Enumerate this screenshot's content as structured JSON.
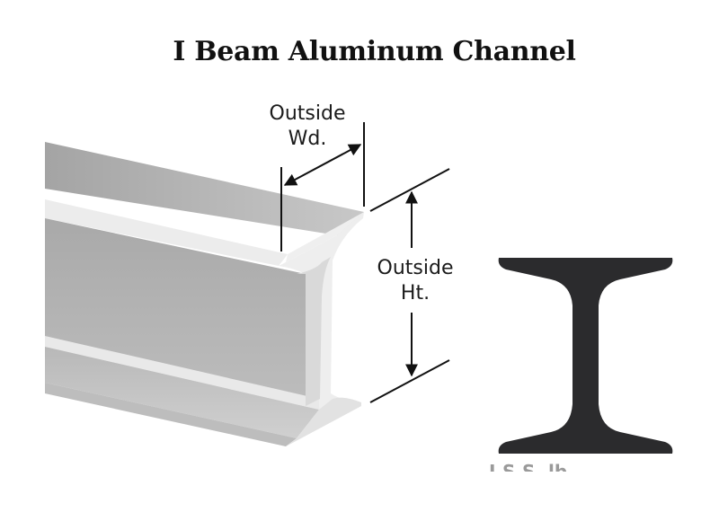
{
  "title": "I Beam Aluminum Channel",
  "dimensions": {
    "width_label": [
      "Outside",
      "Wd."
    ],
    "height_label": [
      "Outside",
      "Ht."
    ]
  },
  "cropped_caption": "I.S.S. lb",
  "colors": {
    "beam_light": "#e6e6e6",
    "beam_mid": "#b3b3b3",
    "beam_dark": "#9f9f9f",
    "profile": "#2b2b2d",
    "ink": "#111111"
  }
}
